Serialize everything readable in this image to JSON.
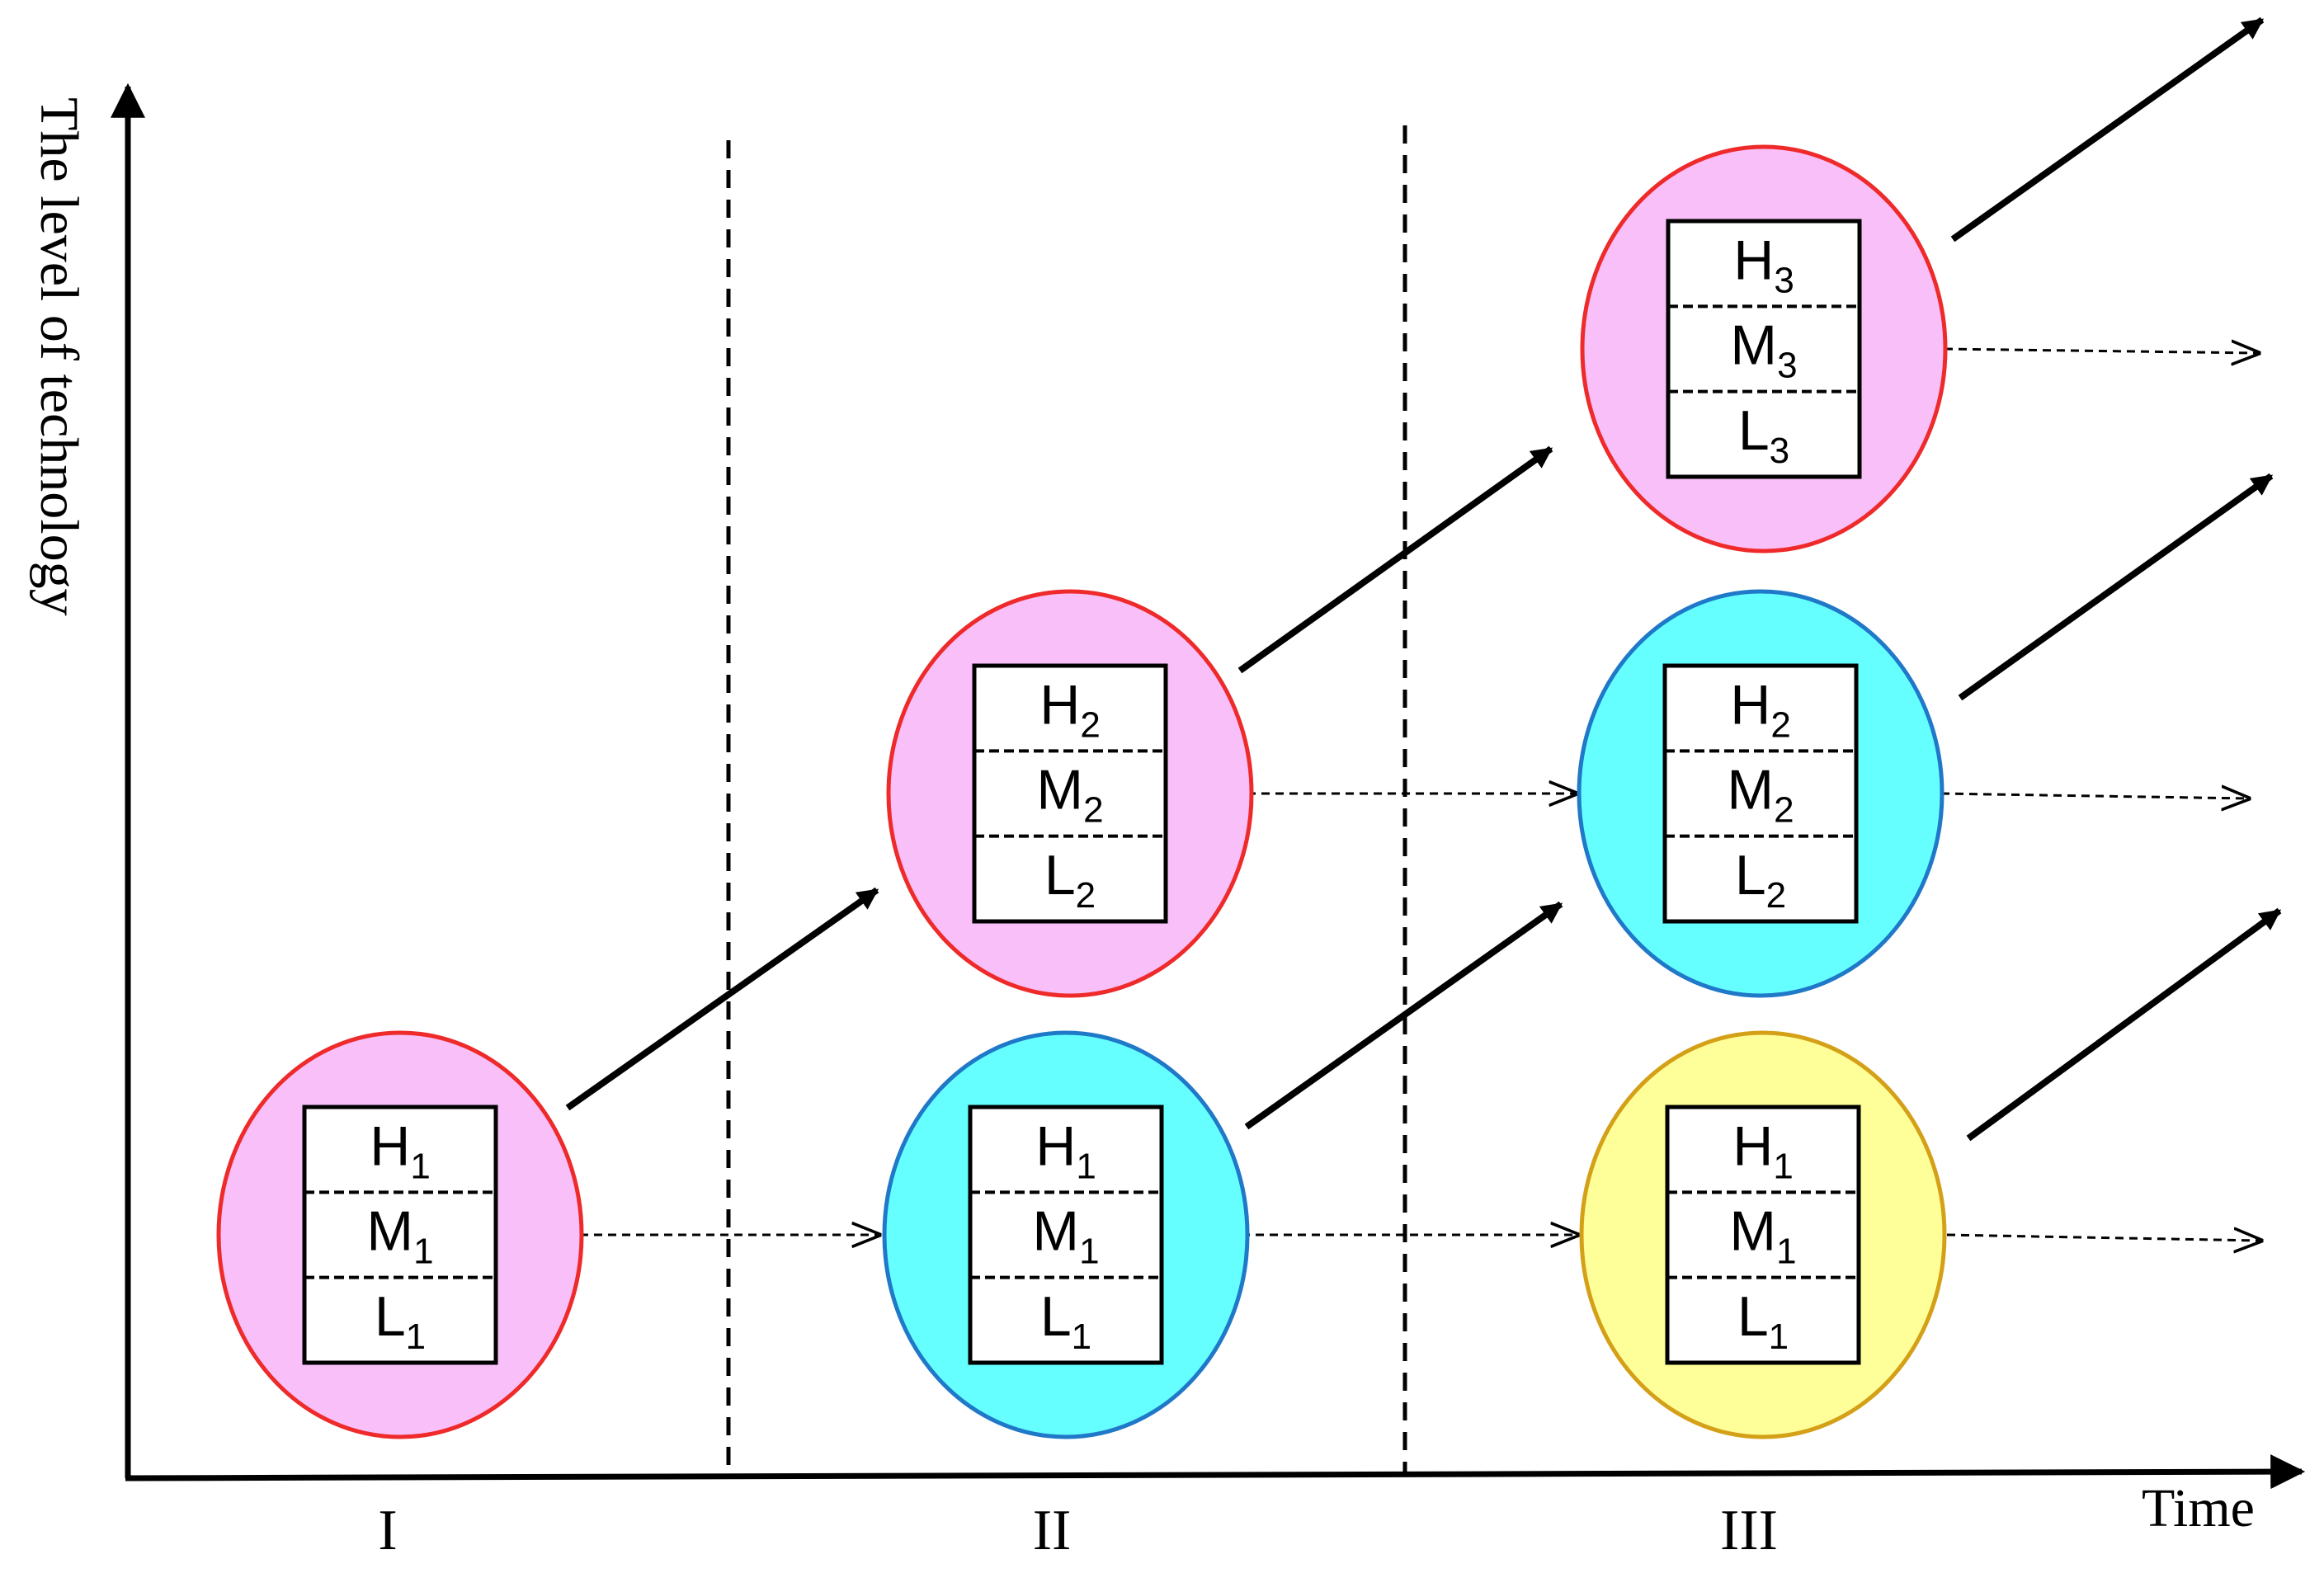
{
  "axes": {
    "y_label": "The level of technology",
    "x_label": "Time"
  },
  "periods": [
    "I",
    "II",
    "III"
  ],
  "colors": {
    "pink_fill": "#f9bff9",
    "pink_stroke": "#ee2a2a",
    "cyan_fill": "#66ffff",
    "cyan_stroke": "#1f78c8",
    "yellow_fill": "#ffff99",
    "yellow_stroke": "#d4a017"
  },
  "nodes": [
    {
      "id": "p1-gen1",
      "period": "I",
      "color": "pink",
      "levels": [
        [
          "H",
          "1"
        ],
        [
          "M",
          "1"
        ],
        [
          "L",
          "1"
        ]
      ]
    },
    {
      "id": "p2-gen2",
      "period": "II",
      "color": "pink",
      "levels": [
        [
          "H",
          "2"
        ],
        [
          "M",
          "2"
        ],
        [
          "L",
          "2"
        ]
      ]
    },
    {
      "id": "p2-gen1",
      "period": "II",
      "color": "cyan",
      "levels": [
        [
          "H",
          "1"
        ],
        [
          "M",
          "1"
        ],
        [
          "L",
          "1"
        ]
      ]
    },
    {
      "id": "p3-gen3",
      "period": "III",
      "color": "pink",
      "levels": [
        [
          "H",
          "3"
        ],
        [
          "M",
          "3"
        ],
        [
          "L",
          "3"
        ]
      ]
    },
    {
      "id": "p3-gen2",
      "period": "III",
      "color": "cyan",
      "levels": [
        [
          "H",
          "2"
        ],
        [
          "M",
          "2"
        ],
        [
          "L",
          "2"
        ]
      ]
    },
    {
      "id": "p3-gen1",
      "period": "III",
      "color": "yellow",
      "levels": [
        [
          "H",
          "1"
        ],
        [
          "M",
          "1"
        ],
        [
          "L",
          "1"
        ]
      ]
    }
  ]
}
